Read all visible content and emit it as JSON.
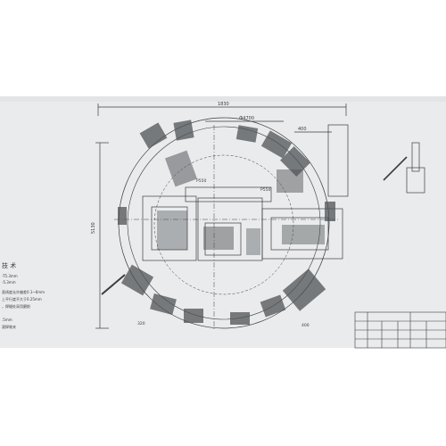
{
  "drawing": {
    "dimensions": {
      "overall_width": "1830",
      "overall_height": "5130",
      "top_right": "400",
      "top_center": "Ф4700",
      "inner_left": "P550",
      "inner_right": "P550",
      "bottom_left": "320",
      "bottom_right": "400"
    },
    "notes": {
      "title": "技 术",
      "lines": [
        "-T5.3mm",
        "-5.3mm",
        "直线度允许偏差0.1~6mm",
        "上平行度不大于0.25mm",
        "，焊缝处采用磨削",
        ".5mm",
        "滚焊装夹"
      ]
    },
    "title_block_visible": true
  },
  "colors": {
    "paper": "#e9ebec",
    "line": "#3a3d40",
    "background": "#ffffff"
  }
}
